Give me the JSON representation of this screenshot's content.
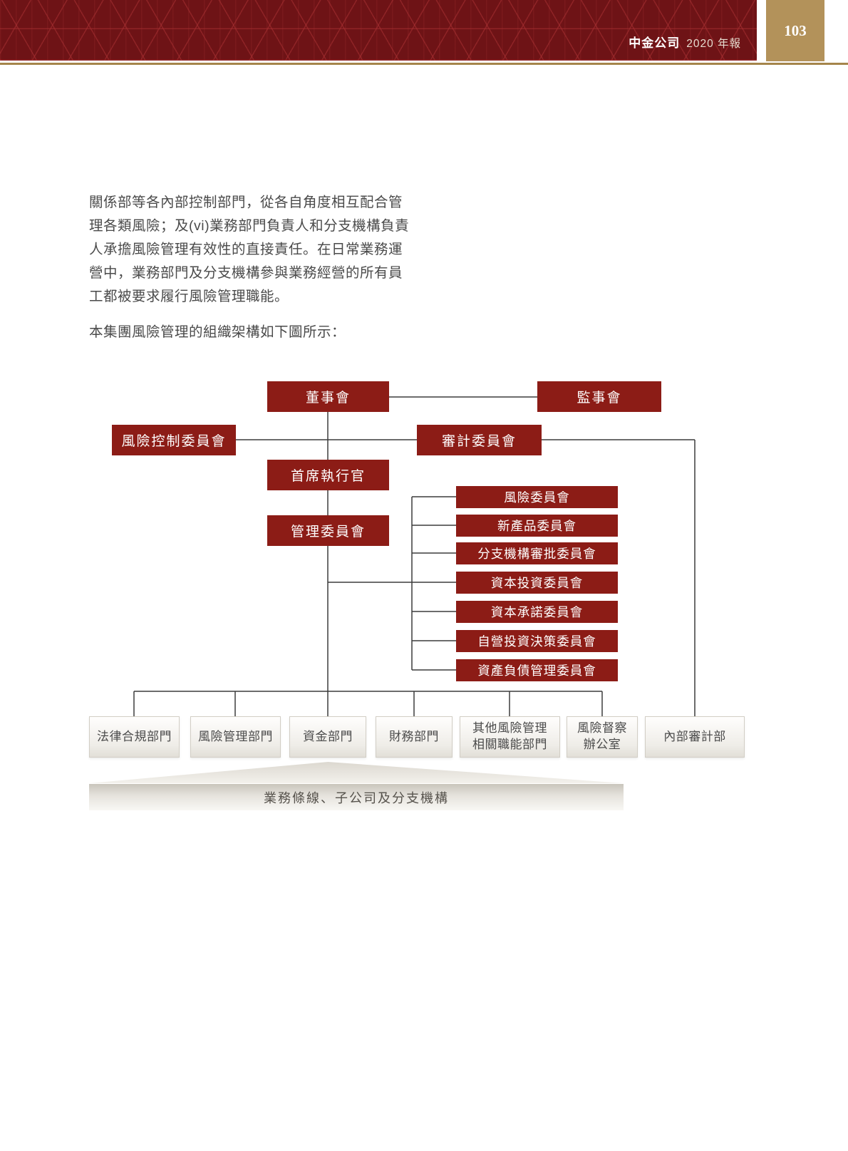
{
  "header": {
    "brand": "中金公司",
    "edition": "2020 年報",
    "page_number": "103"
  },
  "body": {
    "paragraph_lines": [
      "關係部等各內部控制部門，從各自角度相互配合管",
      "理各類風險；及(vi)業務部門負責人和分支機構負責",
      "人承擔風險管理有效性的直接責任。在日常業務運",
      "營中，業務部門及分支機構參與業務經營的所有員",
      "工都被要求履行風險管理職能。"
    ],
    "intro_line": "本集團風險管理的組織架構如下圖所示："
  },
  "org_chart": {
    "board": "董事會",
    "supervisory_board": "監事會",
    "risk_control_committee": "風險控制委員會",
    "audit_committee": "審計委員會",
    "ceo": "首席執行官",
    "management_committee": "管理委員會",
    "committees": [
      "風險委員會",
      "新產品委員會",
      "分支機構審批委員會",
      "資本投資委員會",
      "資本承諾委員會",
      "自營投資決策委員會",
      "資產負債管理委員會"
    ],
    "departments": [
      "法律合規部門",
      "風險管理部門",
      "資金部門",
      "財務部門",
      "其他風險管理\n相關職能部門",
      "風險督察\n辦公室",
      "內部審計部"
    ],
    "base_bar": "業務條線、子公司及分支機構"
  },
  "colors": {
    "header_red": "#6e1316",
    "accent_red": "#8c1c16",
    "gold": "#b3925a",
    "rule_gold": "#a5854b"
  }
}
